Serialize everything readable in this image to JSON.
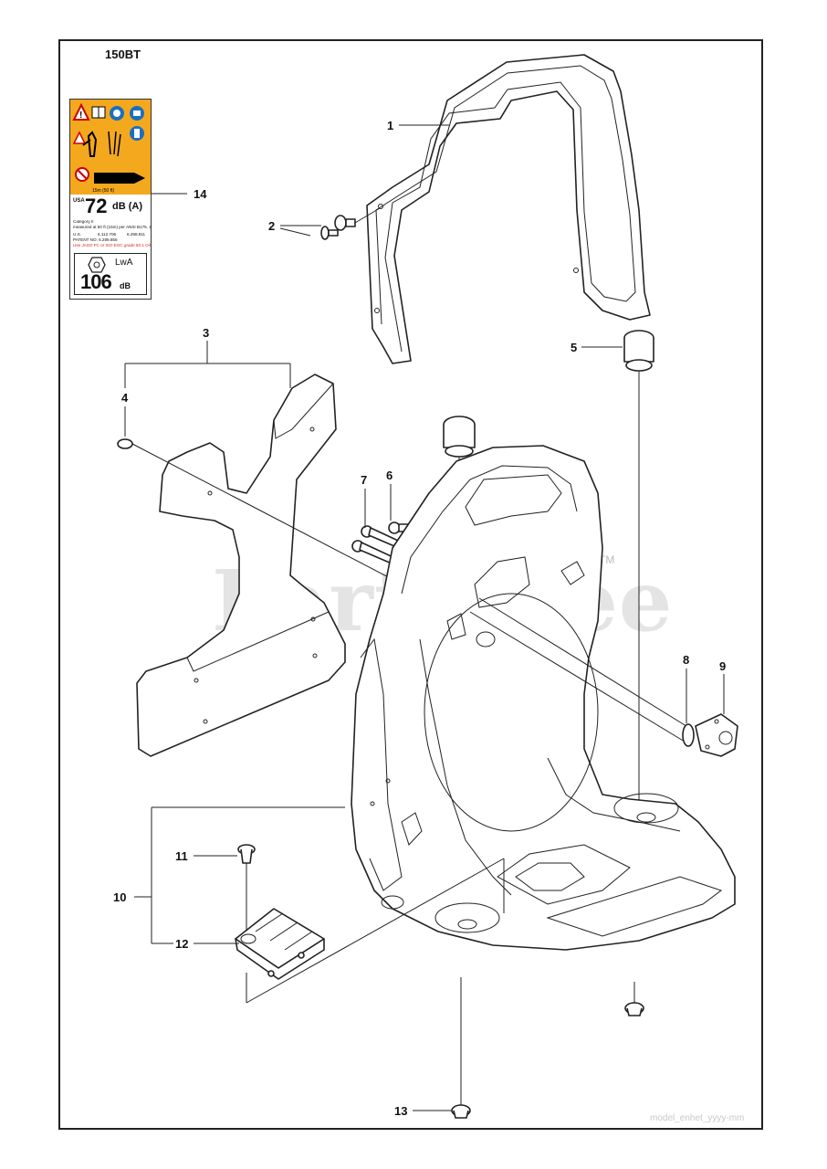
{
  "model": "150BT",
  "callouts": [
    "1",
    "2",
    "3",
    "4",
    "5",
    "6",
    "7",
    "8",
    "9",
    "10",
    "11",
    "12",
    "13",
    "14"
  ],
  "label": {
    "region": "USA",
    "sound_level": "72",
    "sound_unit": "dB (A)",
    "category": "Category II",
    "measured": "measured at 50 ft (15m) per ANSI B175. 2",
    "us": "U.S.",
    "nums_a": "6.112.706",
    "nums_b": "6.298.911",
    "patent": "PATENT NO: 6.289.856",
    "fuel": "Use JASO FC or ISO EGC grade 50:1 Oil",
    "distance": "15m (50 ft)",
    "lwa_label": "LwA",
    "lwa_value": "106",
    "lwa_unit": "dB"
  },
  "watermark": "PartsTree",
  "watermark_tm": "TM",
  "footer": "model_enhet_yyyy-mm"
}
